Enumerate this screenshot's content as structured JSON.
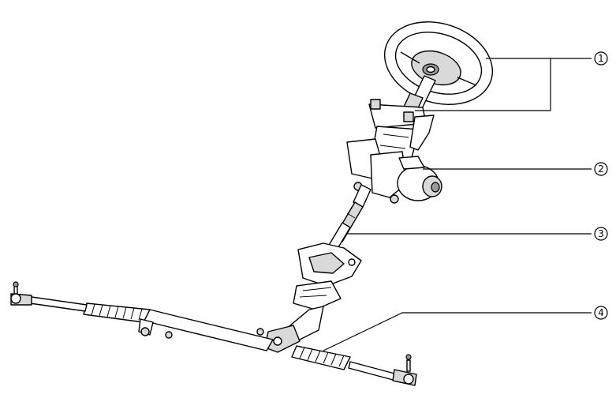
{
  "callouts": [
    {
      "label": "1"
    },
    {
      "label": "2"
    },
    {
      "label": "3"
    },
    {
      "label": "4"
    }
  ],
  "colors": {
    "line": "#000000",
    "shade": "#d9d9d9",
    "dark": "#9a9a9a",
    "background": "#ffffff"
  }
}
